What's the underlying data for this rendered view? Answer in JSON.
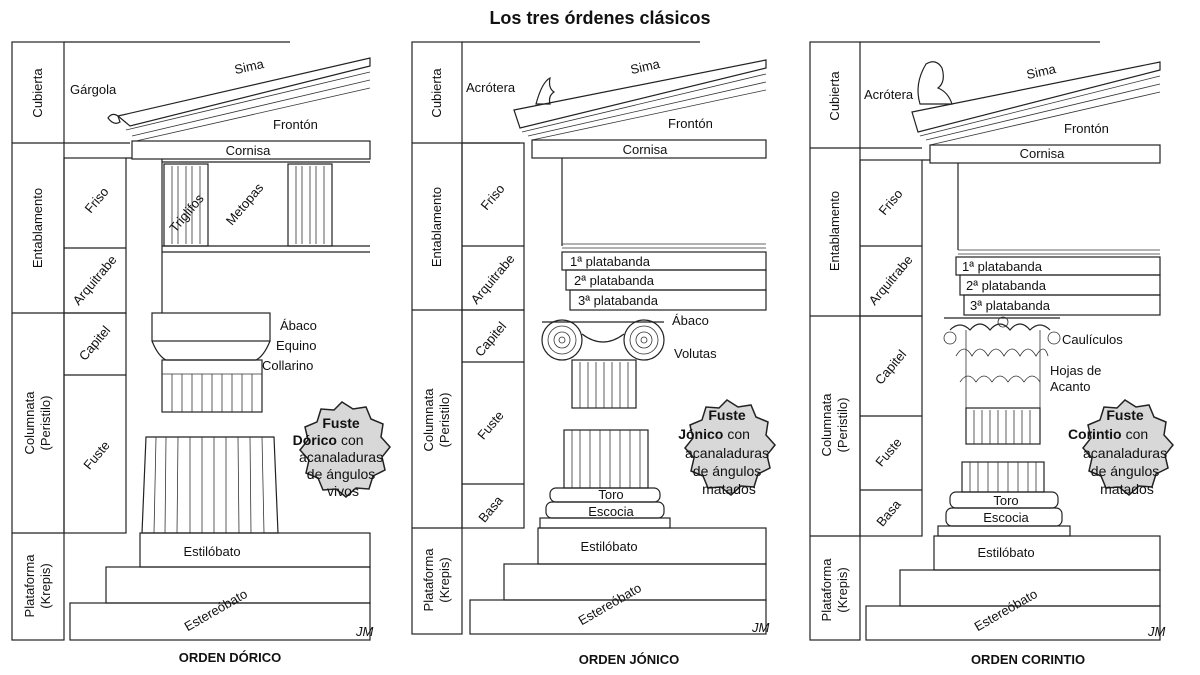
{
  "title": "Los tres órdenes clásicos",
  "orders": [
    {
      "caption": "ORDEN DÓRICO",
      "sections": [
        "Cubierta",
        "Entablamento",
        "Columnata\n(Peristilo)",
        "Plataforma\n(Krepis)"
      ],
      "subsections": [
        "Friso",
        "Arquitrabe",
        "Capitel",
        "Fuste"
      ],
      "labels": {
        "sima": "Sima",
        "fronton": "Frontón",
        "cornisa": "Cornisa",
        "ornament": "Gárgola",
        "estilobato": "Estilóbato",
        "estereobato": "Estereóbato"
      },
      "parts": [
        "Triglifos",
        "Metopas",
        "Ábaco",
        "Equino",
        "Collarino"
      ],
      "badge": [
        "Fuste",
        "Dórico",
        "con",
        "acanaladuras",
        "de ángulos",
        "vivos"
      ]
    },
    {
      "caption": "ORDEN JÓNICO",
      "sections": [
        "Cubierta",
        "Entablamento",
        "Columnata\n(Peristilo)",
        "Plataforma\n(Krepis)"
      ],
      "subsections": [
        "Friso",
        "Arquitrabe",
        "Capitel",
        "Fuste",
        "Basa"
      ],
      "labels": {
        "sima": "Sima",
        "fronton": "Frontón",
        "cornisa": "Cornisa",
        "ornament": "Acrótera",
        "estilobato": "Estilóbato",
        "estereobato": "Estereóbato"
      },
      "parts": [
        "1ª platabanda",
        "2ª platabanda",
        "3ª platabanda",
        "Ábaco",
        "Volutas",
        "Toro",
        "Escocia"
      ],
      "badge": [
        "Fuste",
        "Jónico",
        "con",
        "acanaladuras",
        "de ángulos",
        "matados"
      ]
    },
    {
      "caption": "ORDEN CORINTIO",
      "sections": [
        "Cubierta",
        "Entablamento",
        "Columnata\n(Peristilo)",
        "Plataforma\n(Krepis)"
      ],
      "subsections": [
        "Friso",
        "Arquitrabe",
        "Capitel",
        "Fuste",
        "Basa"
      ],
      "labels": {
        "sima": "Sima",
        "fronton": "Frontón",
        "cornisa": "Cornisa",
        "ornament": "Acrótera",
        "estilobato": "Estilóbato",
        "estereobato": "Estereóbato"
      },
      "parts": [
        "1ª platabanda",
        "2ª platabanda",
        "3ª platabanda",
        "Caulículos",
        "Hojas de",
        "Acanto",
        "Toro",
        "Escocia"
      ],
      "badge": [
        "Fuste",
        "Corintio",
        "con",
        "acanaladuras",
        "de ángulos",
        "matados"
      ]
    }
  ],
  "signature": "JM"
}
